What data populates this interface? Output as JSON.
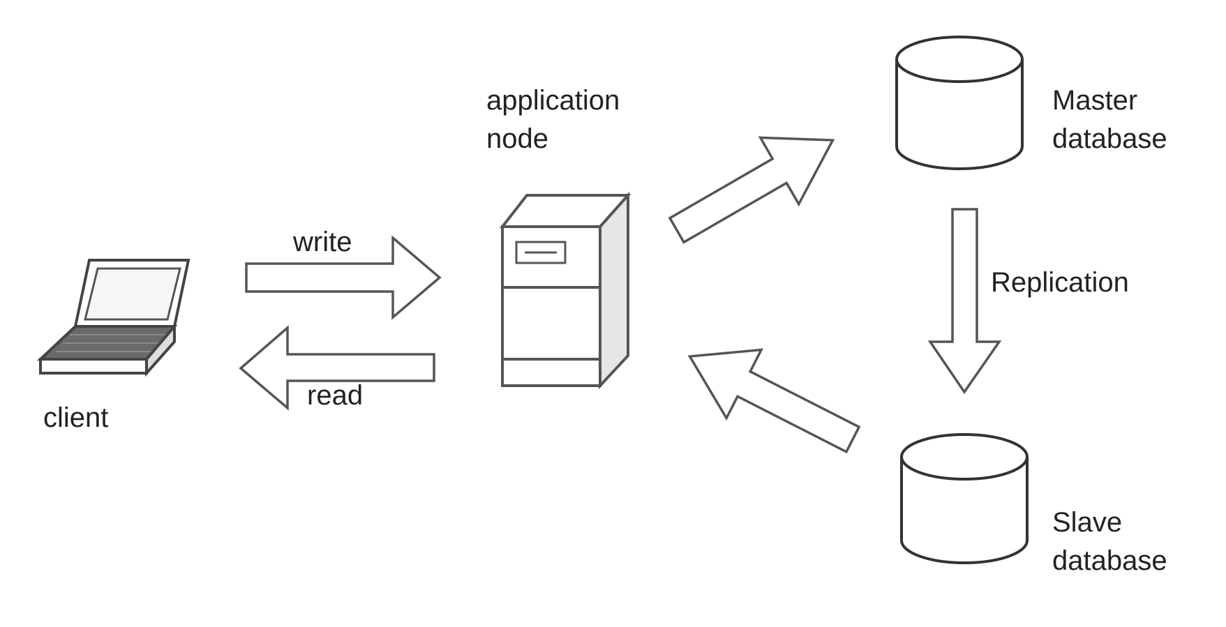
{
  "labels": {
    "client": "client",
    "app_line1": "application",
    "app_line2": "node",
    "write": "write",
    "read": "read",
    "master_line1": "Master",
    "master_line2": "database",
    "replication": "Replication",
    "slave_line1": "Slave",
    "slave_line2": "database"
  },
  "icons": {
    "client": "laptop-icon",
    "app_node": "server-icon",
    "master_db": "database-icon",
    "slave_db": "database-icon"
  },
  "colors": {
    "stroke": "#333333",
    "fill": "#ffffff",
    "text": "#222222"
  }
}
